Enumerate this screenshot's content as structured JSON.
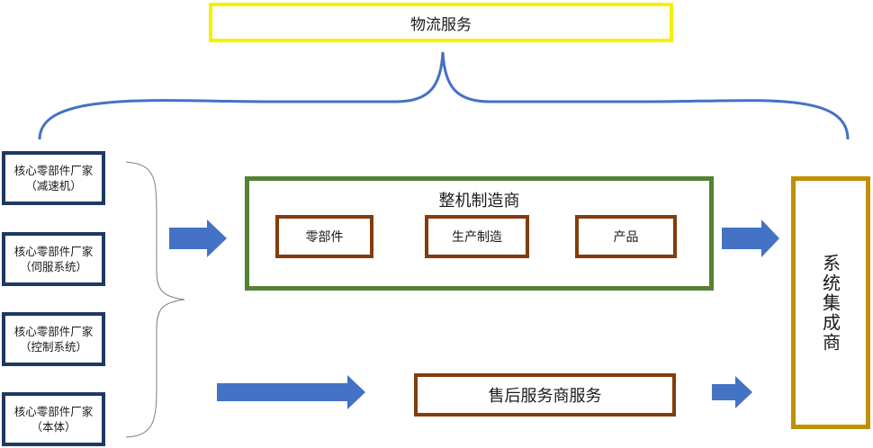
{
  "logistics": {
    "label": "物流服务"
  },
  "suppliers": [
    {
      "line1": "核心零部件厂家",
      "line2": "（减速机）"
    },
    {
      "line1": "核心零部件厂家",
      "line2": "（伺服系统）"
    },
    {
      "line1": "核心零部件厂家",
      "line2": "（控制系统）"
    },
    {
      "line1": "核心零部件厂家",
      "line2": "（本体）"
    }
  ],
  "oem": {
    "title": "整机制造商",
    "steps": [
      "零部件",
      "生产制造",
      "产品"
    ]
  },
  "after_sales": {
    "label": "售后服务商服务"
  },
  "integrator": {
    "label": "系统集成商"
  },
  "colors": {
    "arrow": "#4472c4",
    "brace": "#4472c4",
    "logistics_border": "#f2f200",
    "supplier_border": "#1f3864",
    "oem_border": "#548235",
    "step_border": "#843c0c",
    "integrator_border": "#bf9000"
  }
}
